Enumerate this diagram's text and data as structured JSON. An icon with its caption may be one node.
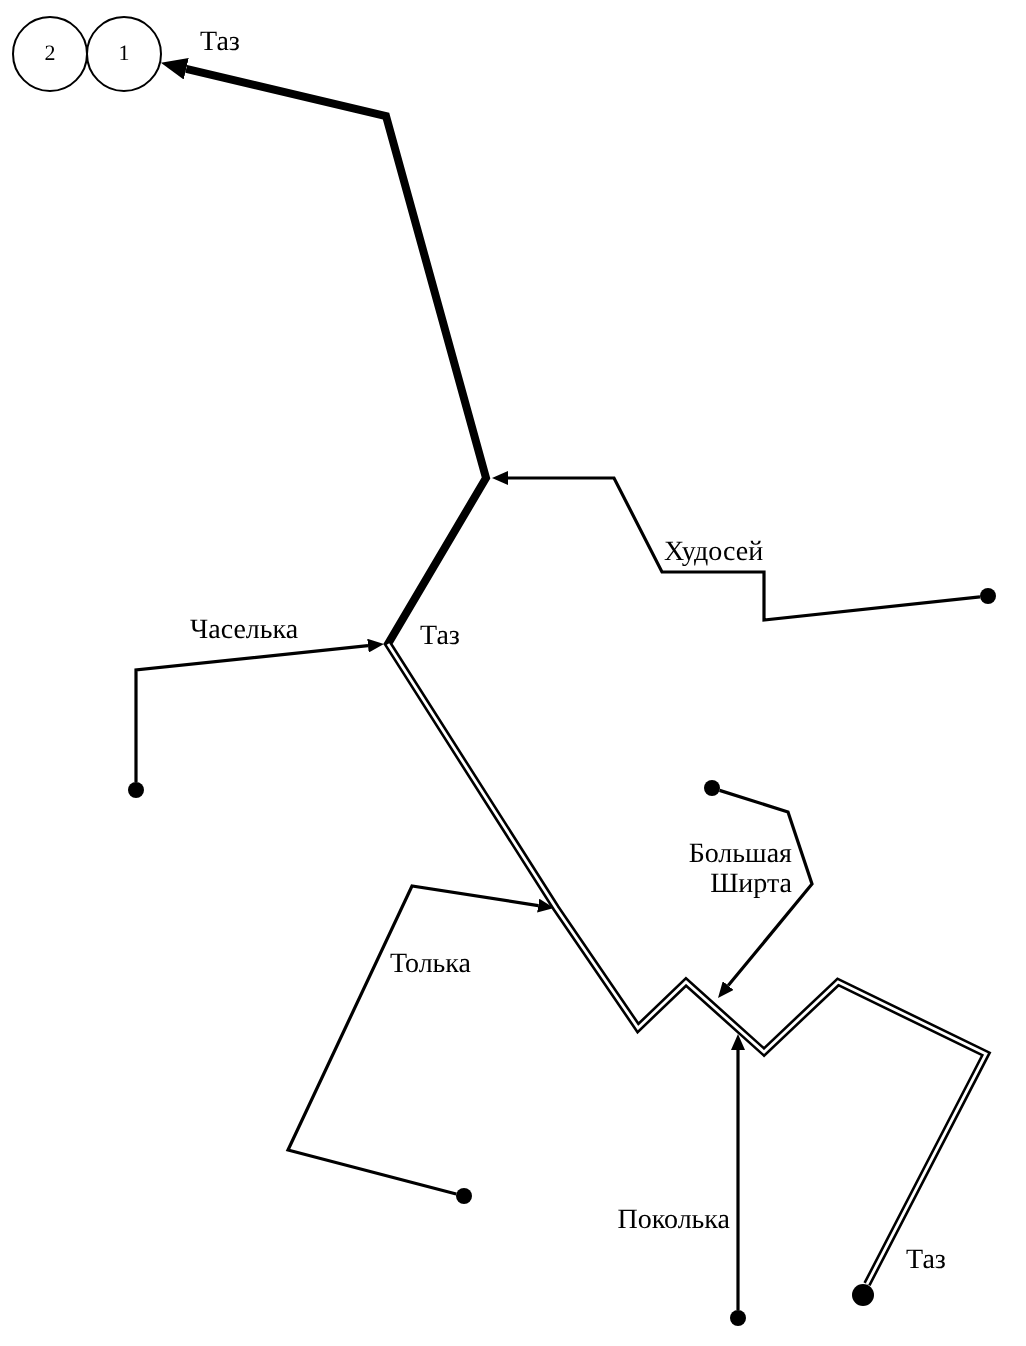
{
  "diagram": {
    "nodes": [
      {
        "text": [
          "2"
        ]
      },
      {
        "text": [
          "1"
        ]
      },
      {
        "text": [],
        "shape": "circle"
      },
      {
        "text": [],
        "shape": "circle"
      },
      {
        "text": [],
        "shape": "circle"
      },
      {
        "text": [],
        "shape": "circle"
      },
      {
        "text": [],
        "shape": "circle"
      },
      {
        "text": [],
        "shape": "circle"
      }
    ],
    "edges": [
      {
        "from": 6,
        "to": 1,
        "arrow": "to",
        "label": "Таз",
        "style": "thick"
      },
      {
        "from": 2,
        "to": null,
        "arrow": "to",
        "label": "Худосей"
      },
      {
        "from": 3,
        "to": null,
        "arrow": "to",
        "label": "Часелька"
      },
      {
        "from": 4,
        "to": null,
        "arrow": "to",
        "label": "Большая Ширта"
      },
      {
        "from": 5,
        "to": null,
        "arrow": "to",
        "label": "Толька"
      },
      {
        "from": 7,
        "to": null,
        "arrow": "to",
        "label": "Поколька"
      }
    ],
    "labels": [
      "Таз",
      "Таз"
    ]
  }
}
